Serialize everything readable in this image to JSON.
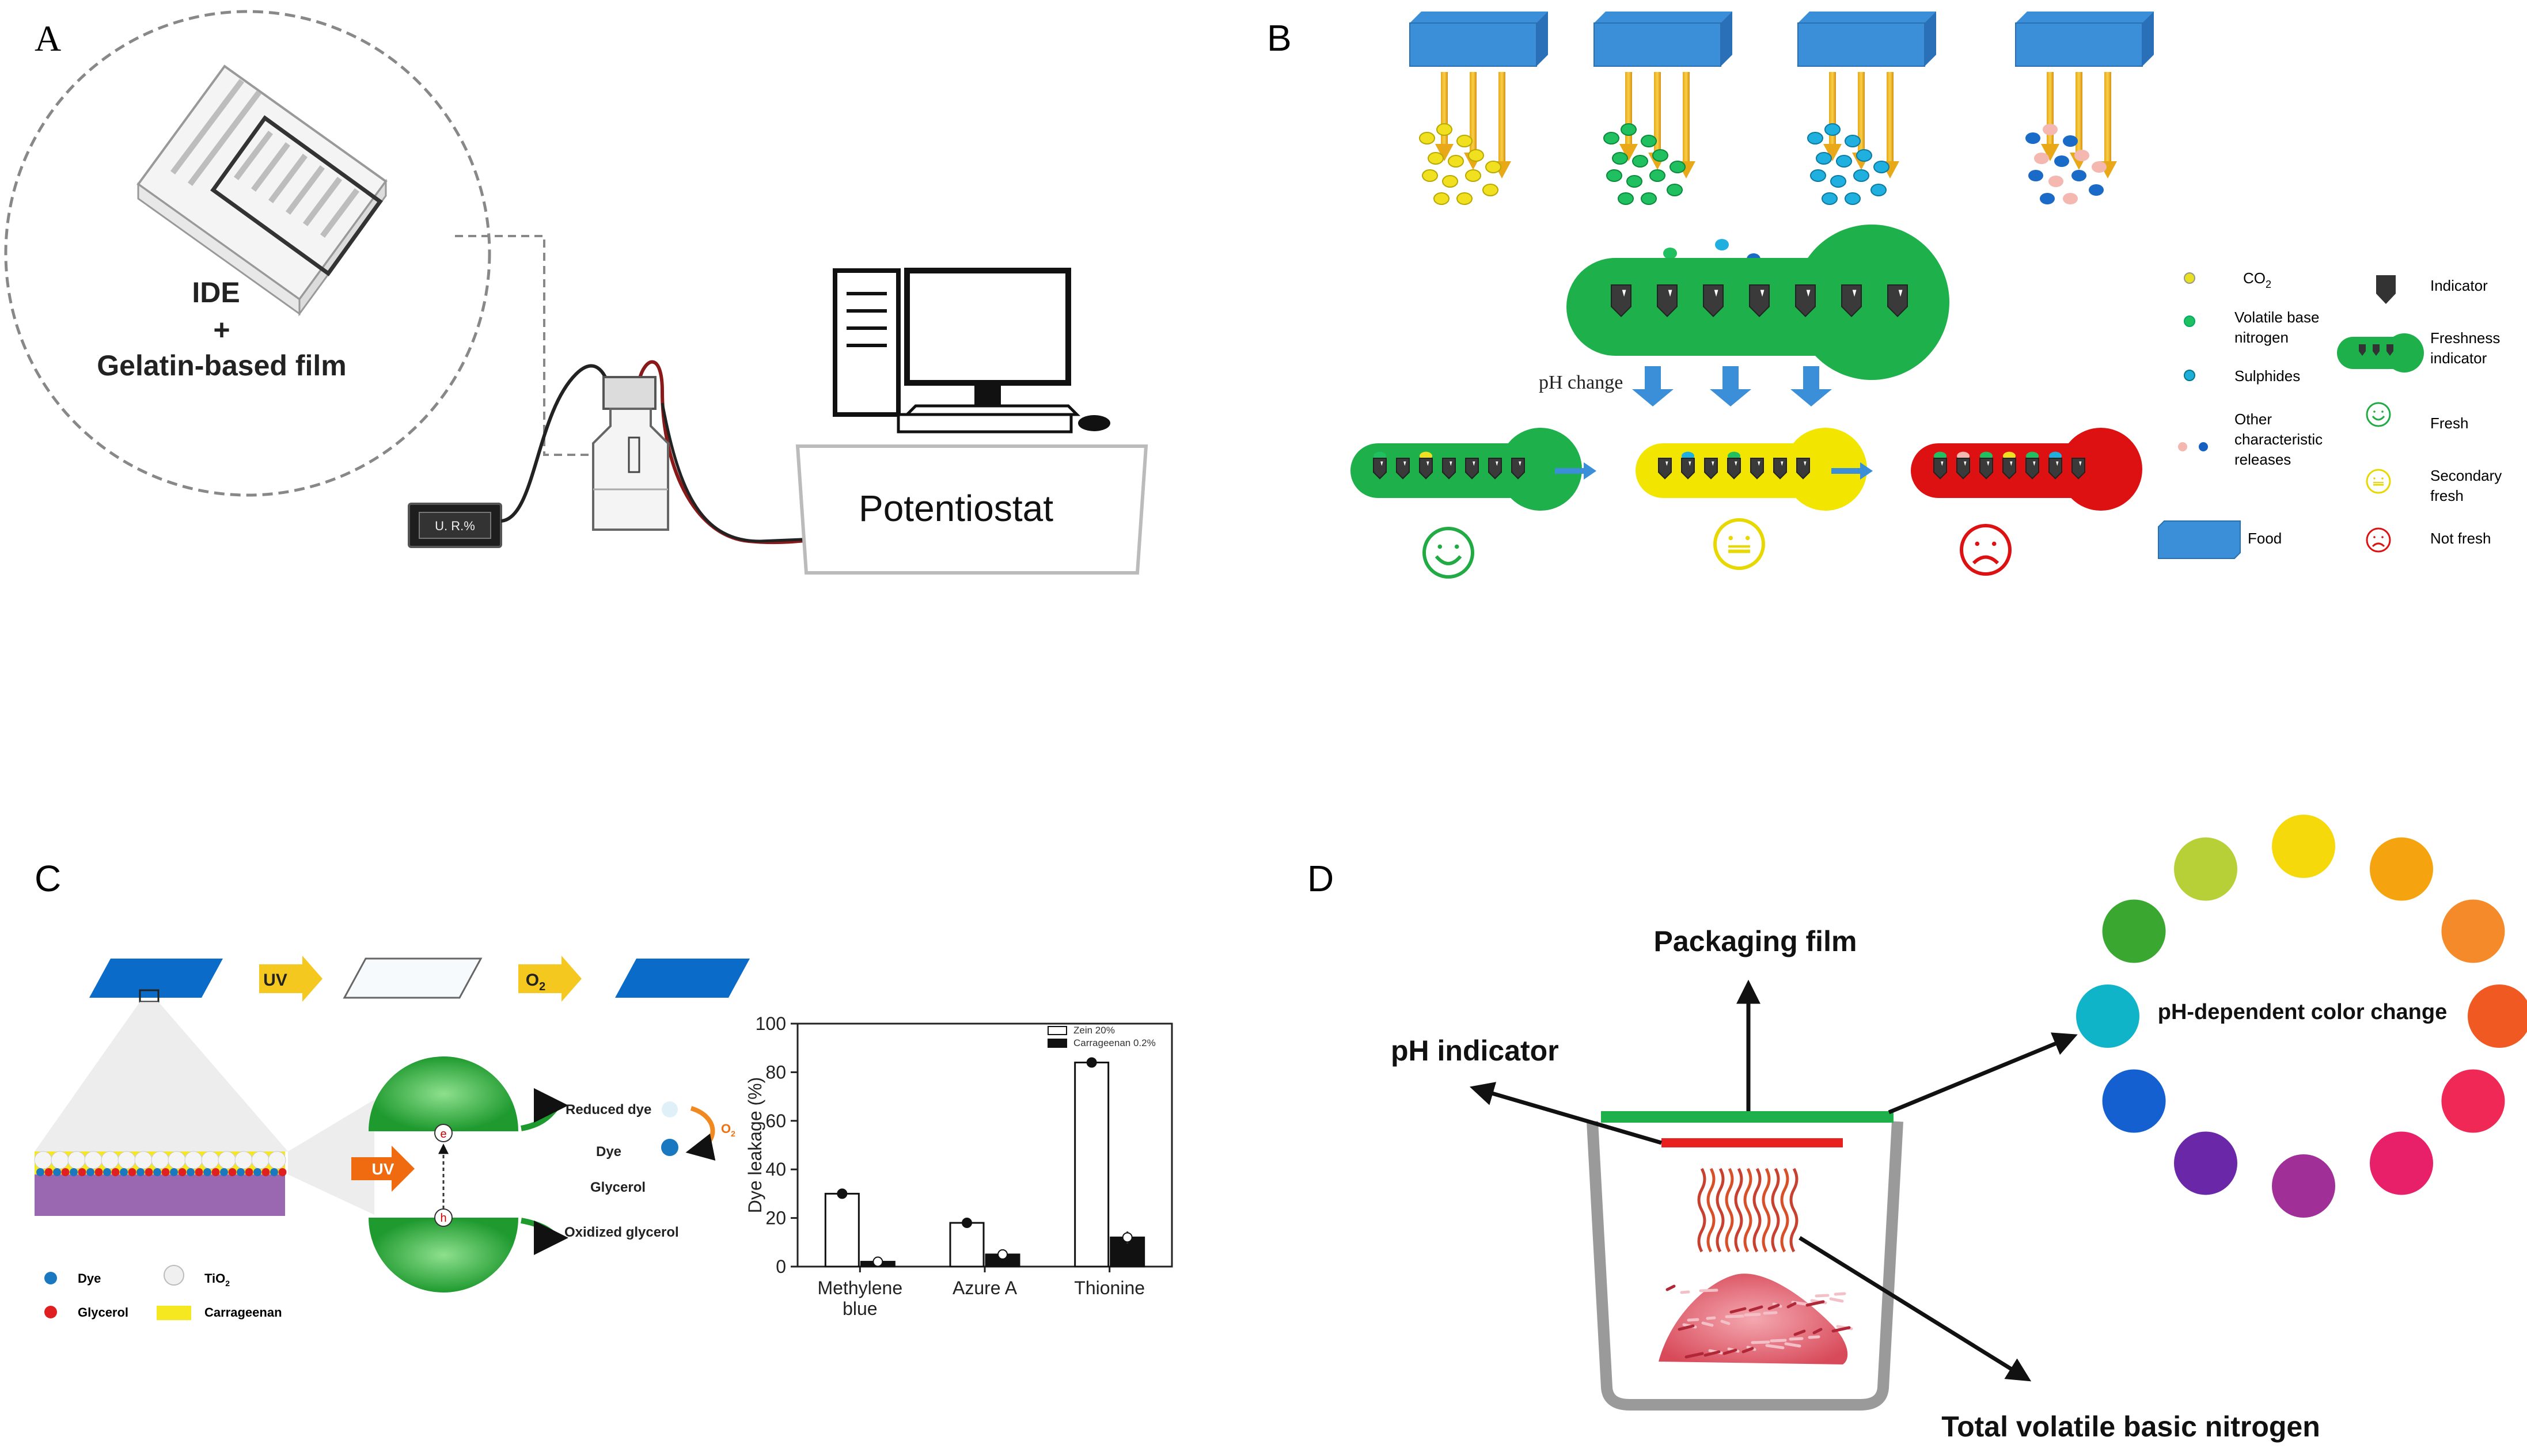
{
  "panels": {
    "a": {
      "letter": "A",
      "circle_line1": "IDE",
      "circle_line2": "+",
      "circle_line3": "Gelatin-based film",
      "meter_label": "U. R.%",
      "potentiostat": "Potentiostat"
    },
    "b": {
      "letter": "B",
      "ph_change": "pH change",
      "legend": {
        "co2": "CO",
        "co2_sub": "2",
        "vbn_1": "Volatile base",
        "vbn_2": "nitrogen",
        "sulphides": "Sulphides",
        "other_1": "Other",
        "other_2": "characteristic",
        "other_3": "releases",
        "food": "Food",
        "indicator": "Indicator",
        "fresh_ind_1": "Freshness",
        "fresh_ind_2": "indicator",
        "fresh": "Fresh",
        "secondary_1": "Secondary",
        "secondary_2": "fresh",
        "not_fresh": "Not fresh"
      },
      "colors": {
        "fresh": "#22aa44",
        "secondary": "#f2e600",
        "spoiled": "#dd1111",
        "food": "#3a8fd8",
        "arrow": "#3a8fd8"
      }
    },
    "c": {
      "letter": "C",
      "uv": "UV",
      "o2": "O",
      "o2_sub": "2",
      "uv_arrow": "UV",
      "reduced_dye": "Reduced dye",
      "dye": "Dye",
      "glycerol": "Glycerol",
      "oxidized_glycerol": "Oxidized glycerol",
      "o2_side": "O",
      "o2_side_sub": "2",
      "e_label": "e",
      "h_label": "h",
      "legend_dye": "Dye",
      "legend_tio2": "TiO",
      "legend_tio2_sub": "2",
      "legend_glycerol": "Glycerol",
      "legend_carrageenan": "Carrageenan"
    },
    "d": {
      "letter": "D",
      "packaging_film": "Packaging film",
      "ph_indicator": "pH indicator",
      "color_change": "pH-dependent color change",
      "tvbn": "Total volatile basic nitrogen",
      "wheel_colors": [
        "#f5d90a",
        "#f5a40f",
        "#f58a2a",
        "#f05a22",
        "#f02855",
        "#e8206a",
        "#a03098",
        "#6a28a8",
        "#1560d0",
        "#10b4c8",
        "#3aa830",
        "#b8d038"
      ]
    }
  },
  "chart_data": {
    "type": "bar",
    "categories": [
      "Methylene blue",
      "Azure A",
      "Thionine"
    ],
    "category_lines": [
      [
        "Methylene",
        "blue"
      ],
      [
        "Azure A"
      ],
      [
        "Thionine"
      ]
    ],
    "series": [
      {
        "name": "Zein 20%",
        "values": [
          30,
          18,
          84
        ]
      },
      {
        "name": "Carrageenan 0.2%",
        "values": [
          2,
          5,
          12
        ]
      }
    ],
    "ylabel": "Dye leakage (%)",
    "ylim": [
      0,
      100
    ],
    "yticks": [
      0,
      20,
      40,
      60,
      80,
      100
    ]
  }
}
